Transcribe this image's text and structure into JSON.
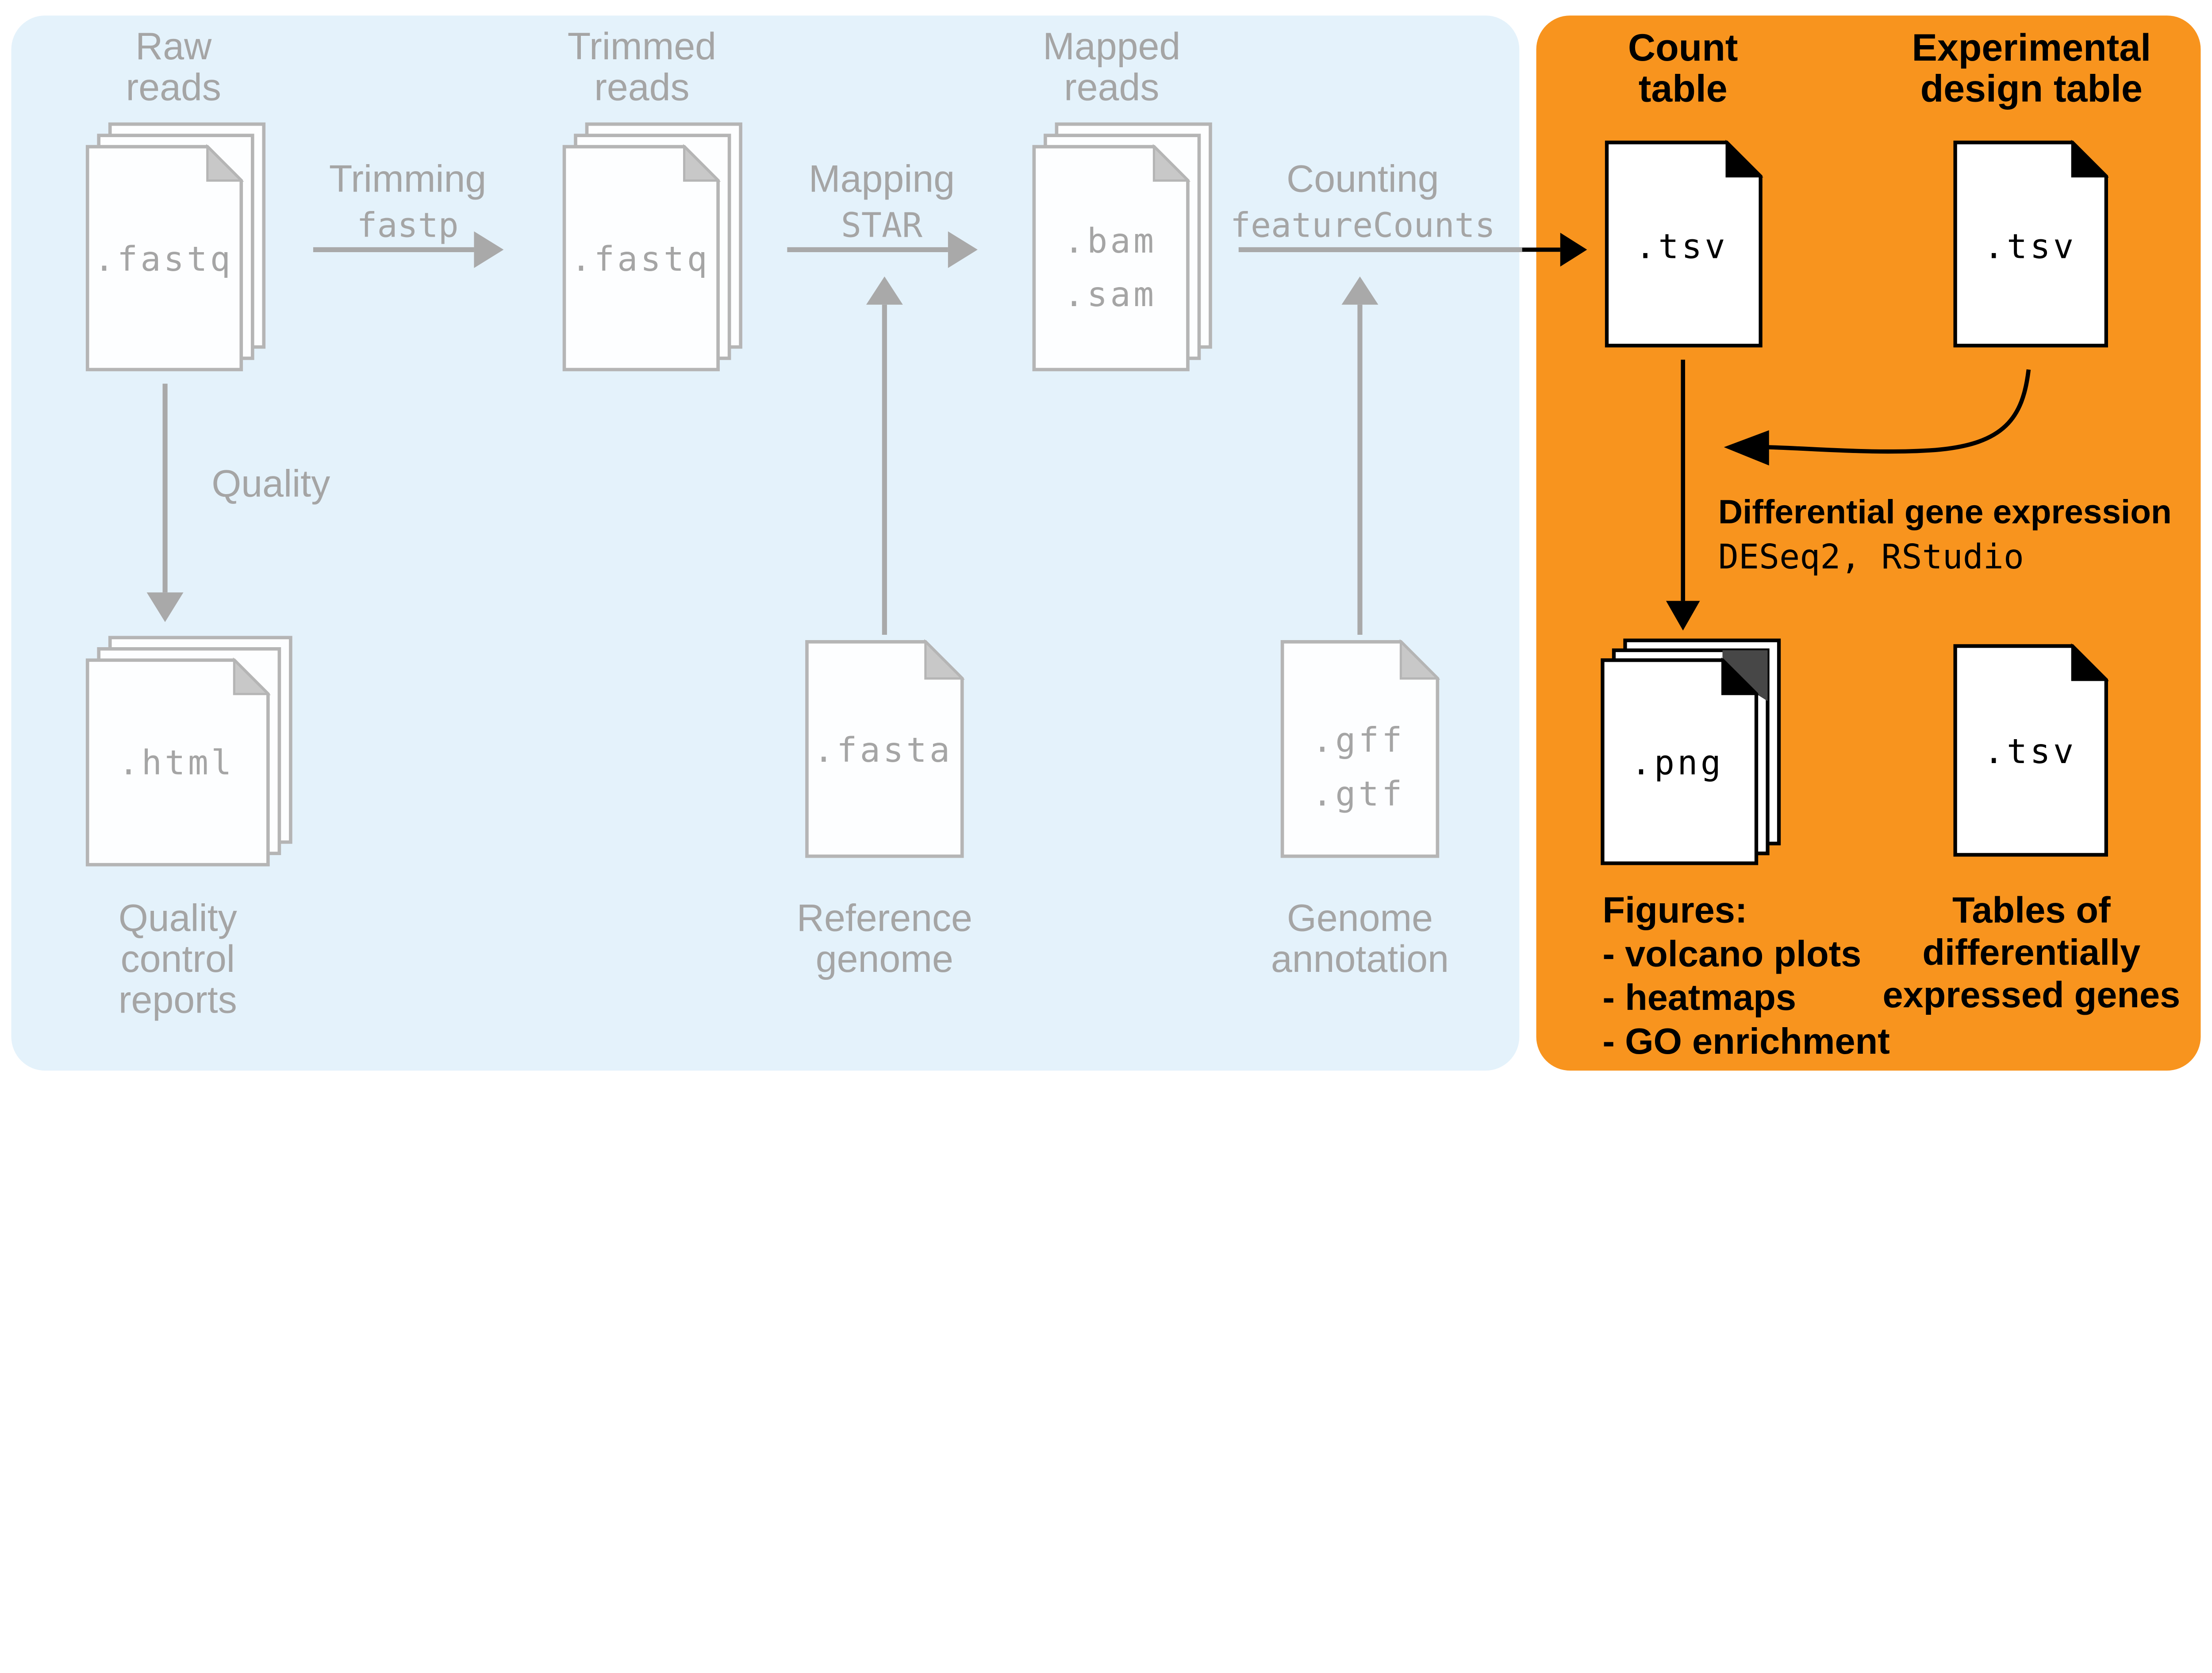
{
  "palette": {
    "background": "#ffffff",
    "blue_panel": "#e4f2fb",
    "orange_panel": "#f8941e",
    "muted_gray_text": "#a5a5a5",
    "gray_border": "#b5b5b5",
    "black": "#000000"
  },
  "blue_section": {
    "raw_reads": {
      "line1": "Raw",
      "line2": "reads",
      "ext": ".fastq"
    },
    "trimming": {
      "step": "Trimming",
      "tool": "fastp"
    },
    "trimmed_reads": {
      "line1": "Trimmed",
      "line2": "reads",
      "ext": ".fastq"
    },
    "mapping": {
      "step": "Mapping",
      "tool": "STAR"
    },
    "mapped_reads": {
      "line1": "Mapped",
      "line2": "reads",
      "ext1": ".bam",
      "ext2": ".sam"
    },
    "counting": {
      "step": "Counting",
      "tool": "featureCounts"
    },
    "quality_step": "Quality",
    "qc_reports": {
      "ext": ".html",
      "line1": "Quality",
      "line2": "control",
      "line3": "reports"
    },
    "reference_genome": {
      "ext": ".fasta",
      "line1": "Reference",
      "line2": "genome"
    },
    "genome_annotation": {
      "ext1": ".gff",
      "ext2": ".gtf",
      "line1": "Genome",
      "line2": "annotation"
    }
  },
  "orange_section": {
    "count_table": {
      "line1": "Count",
      "line2": "table",
      "ext": ".tsv"
    },
    "design_table": {
      "line1": "Experimental",
      "line2": "design table",
      "ext": ".tsv"
    },
    "dge": {
      "step": "Differential gene expression",
      "tools": "DESeq2, RStudio"
    },
    "figures": {
      "ext": ".png",
      "heading": "Figures:",
      "item1": "- volcano plots",
      "item2": "- heatmaps",
      "item3": "- GO enrichment"
    },
    "deg_tables": {
      "ext": ".tsv",
      "line1": "Tables of",
      "line2": "differentially",
      "line3": "expressed genes"
    }
  }
}
